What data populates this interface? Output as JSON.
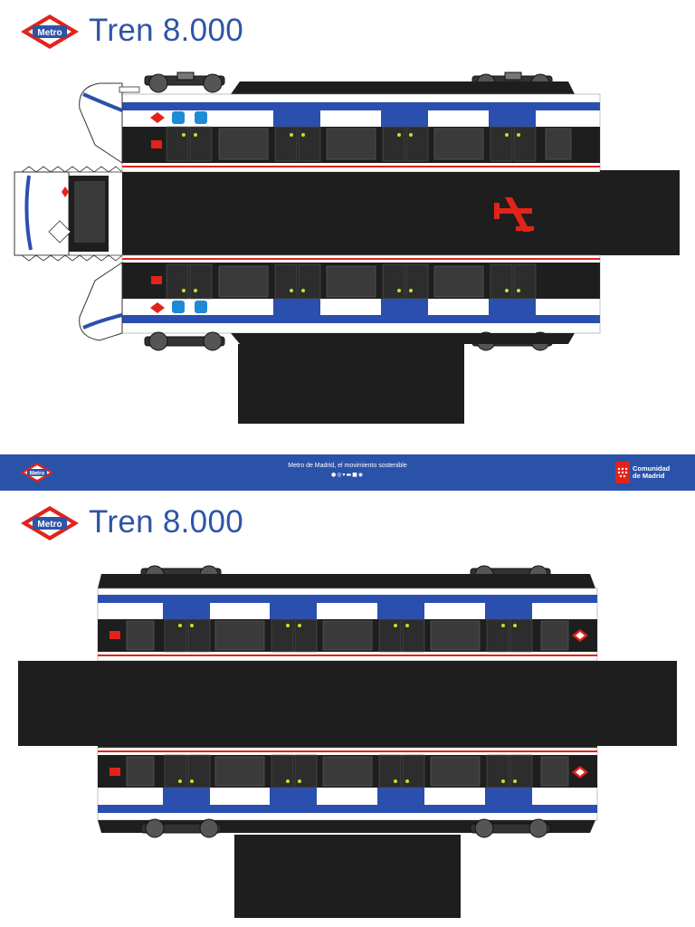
{
  "sheets": [
    {
      "title": "Tren 8.000"
    },
    {
      "title": "Tren 8.000"
    }
  ],
  "logo": {
    "text": "Metro"
  },
  "footer": {
    "slogan": "Metro de Madrid, el movimiento sostenible",
    "social_icons": [
      "facebook-icon",
      "instagram-icon",
      "twitter-icon",
      "youtube-icon",
      "linkedin-icon",
      "web-icon"
    ],
    "badge_text": "Metro",
    "brand_line1": "Comunidad",
    "brand_line2": "de Madrid"
  },
  "colors": {
    "metro_blue": "#2f54a6",
    "metro_red": "#e2231a",
    "train_black": "#1e1e1e",
    "window_grey": "#3a3a3a",
    "door_blue": "#2a4fae",
    "footer_blue": "#2a52a8"
  }
}
